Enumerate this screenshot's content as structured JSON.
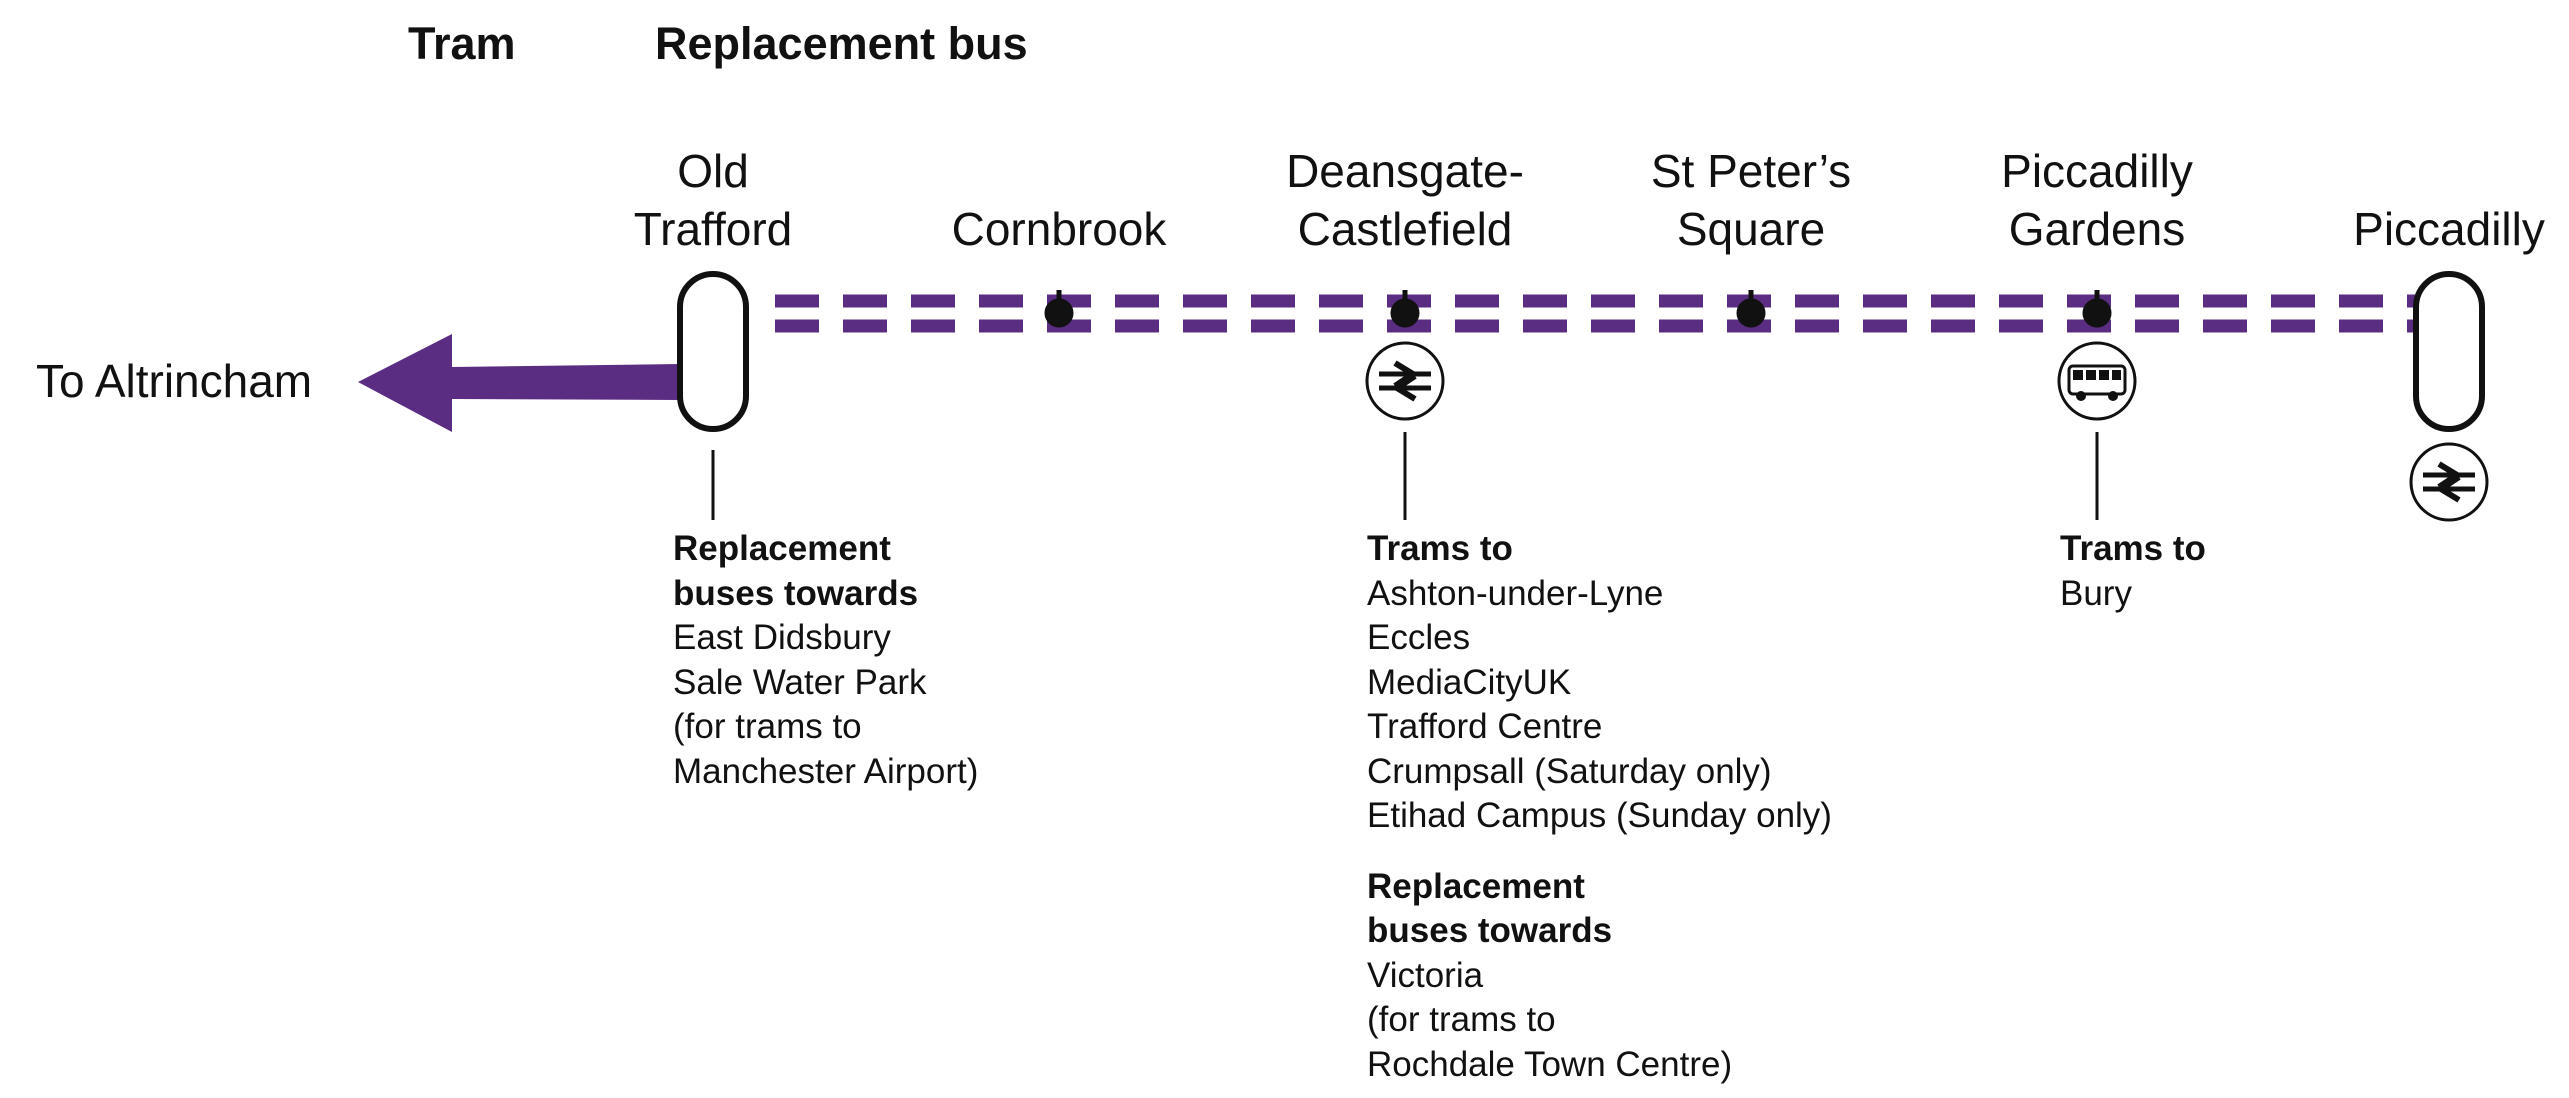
{
  "legend": {
    "tram_label": "Tram",
    "bus_label": "Replacement bus"
  },
  "colors": {
    "line": "#5b2d82",
    "stop": "#111111"
  },
  "destination": "To Altrincham",
  "stations": [
    {
      "id": "old-trafford",
      "line1": "Old",
      "line2": "Trafford",
      "kind": "terminus"
    },
    {
      "id": "cornbrook",
      "line1": "",
      "line2": "Cornbrook",
      "kind": "stop"
    },
    {
      "id": "deansgate",
      "line1": "Deansgate-",
      "line2": "Castlefield",
      "kind": "stop",
      "icon": "national-rail-icon"
    },
    {
      "id": "st-peters",
      "line1": "St Peter’s",
      "line2": "Square",
      "kind": "stop"
    },
    {
      "id": "piccadilly-gardens",
      "line1": "Piccadilly",
      "line2": "Gardens",
      "kind": "stop",
      "icon": "bus-icon"
    },
    {
      "id": "piccadilly",
      "line1": "",
      "line2": "Piccadilly",
      "kind": "terminus",
      "icon": "national-rail-icon"
    }
  ],
  "info": {
    "old_trafford": {
      "heading1": "Replacement",
      "heading2": "buses towards",
      "lines": [
        "East Didsbury",
        "Sale Water Park",
        "(for trams to",
        "Manchester Airport)"
      ]
    },
    "deansgate": {
      "trams_heading": "Trams to",
      "trams": [
        "Ashton-under-Lyne",
        "Eccles",
        "MediaCityUK",
        "Trafford Centre",
        "Crumpsall (Saturday only)",
        "Etihad Campus (Sunday only)"
      ],
      "bus_heading1": "Replacement",
      "bus_heading2": "buses towards",
      "buses": [
        "Victoria",
        "(for trams to",
        "Rochdale Town Centre)"
      ]
    },
    "piccadilly_gardens": {
      "heading": "Trams to",
      "lines": [
        "Bury"
      ]
    }
  }
}
